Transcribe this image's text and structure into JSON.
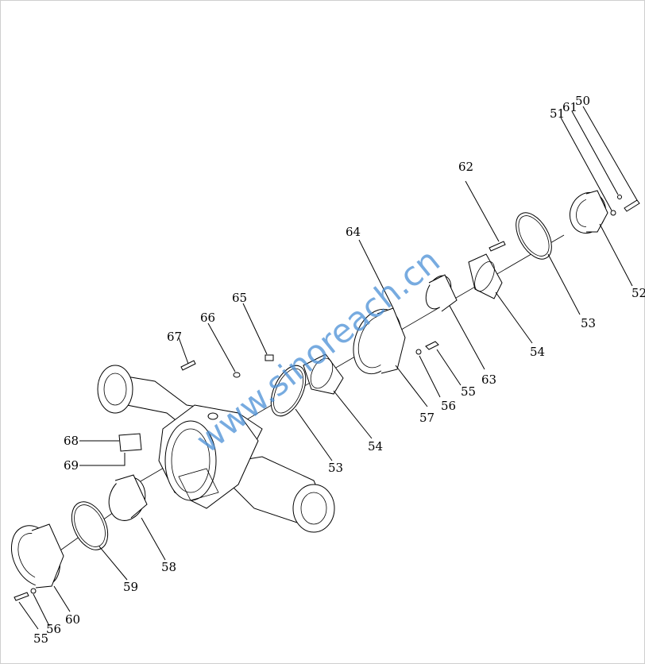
{
  "labels": {
    "p50": "50",
    "p51": "51",
    "p61": "61",
    "p52": "52",
    "p53a": "53",
    "p62": "62",
    "p54a": "54",
    "p63": "63",
    "p64": "64",
    "p55a": "55",
    "p56a": "56",
    "p57": "57",
    "p65": "65",
    "p66": "66",
    "p54b": "54",
    "p53b": "53",
    "p67": "67",
    "p68": "68",
    "p69": "69",
    "p58": "58",
    "p59": "59",
    "p60": "60",
    "p56b": "56",
    "p55b": "55"
  },
  "watermark": "www.sinoreach.cn"
}
